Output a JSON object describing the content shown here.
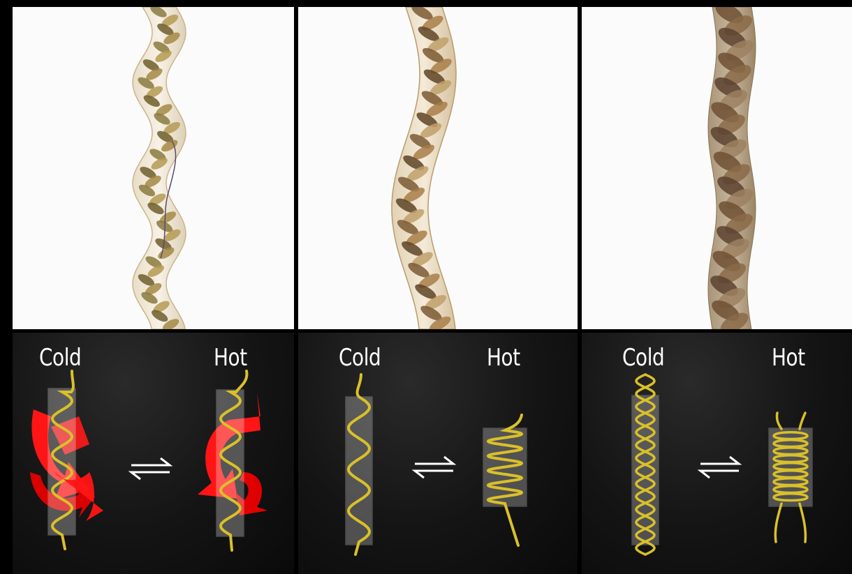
{
  "panels": [
    {
      "cold_label": "Cold",
      "hot_label": "Hot"
    },
    {
      "cold_label": "Cold",
      "hot_label": "Hot"
    },
    {
      "cold_label": "Cold",
      "hot_label": "Hot"
    }
  ],
  "colors": {
    "fiber_yellow": "#d9c02a",
    "arrow_red": "#ff1515",
    "tube": "#e8e8e8",
    "photo_bg": "#fbfbfb",
    "schematic_bg": "#161616"
  },
  "icons": {
    "equilibrium": "equilibrium-arrows-icon",
    "torsion": "rotation-arrow-icon"
  }
}
